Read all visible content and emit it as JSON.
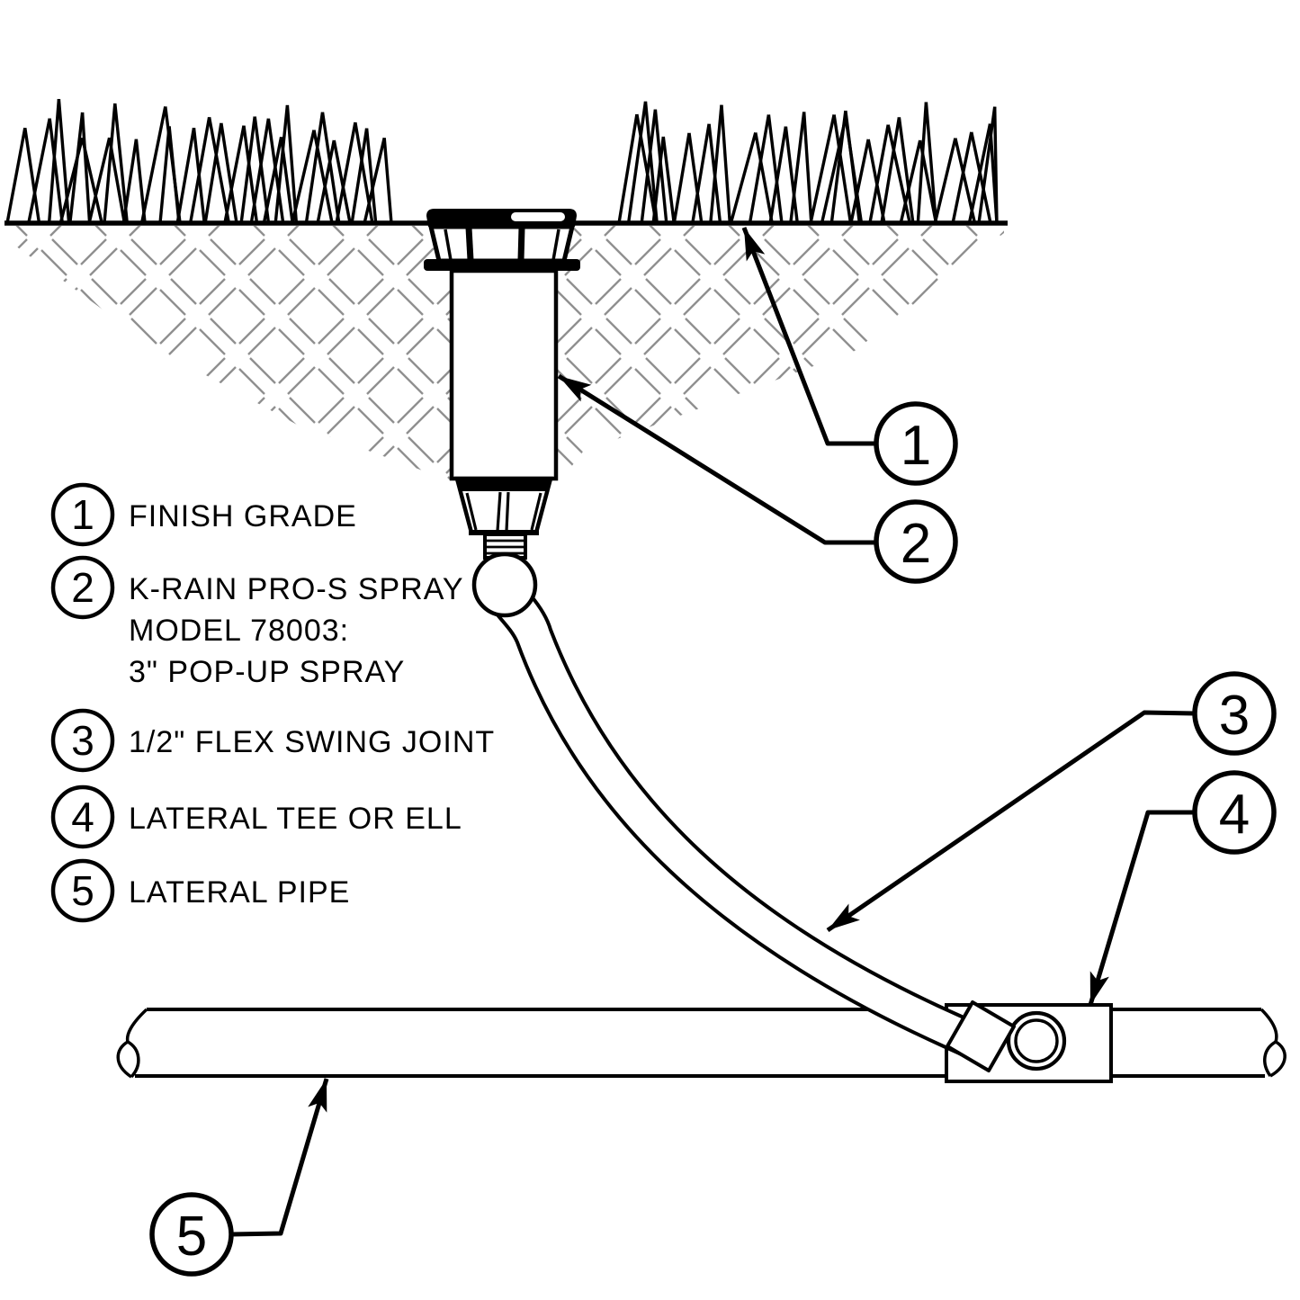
{
  "colors": {
    "ink": "#000000",
    "hatch": "#8f8f8f",
    "background": "#ffffff"
  },
  "legend": {
    "items": [
      {
        "num": "1",
        "lines": [
          "FINISH GRADE"
        ]
      },
      {
        "num": "2",
        "lines": [
          "K-RAIN PRO-S SPRAY",
          "MODEL 78003:",
          "3\" POP-UP SPRAY"
        ]
      },
      {
        "num": "3",
        "lines": [
          "1/2\" FLEX SWING JOINT"
        ]
      },
      {
        "num": "4",
        "lines": [
          "LATERAL TEE OR ELL"
        ]
      },
      {
        "num": "5",
        "lines": [
          "LATERAL PIPE"
        ]
      }
    ]
  },
  "callouts": [
    {
      "num": "1"
    },
    {
      "num": "2"
    },
    {
      "num": "3"
    },
    {
      "num": "4"
    },
    {
      "num": "5"
    }
  ]
}
